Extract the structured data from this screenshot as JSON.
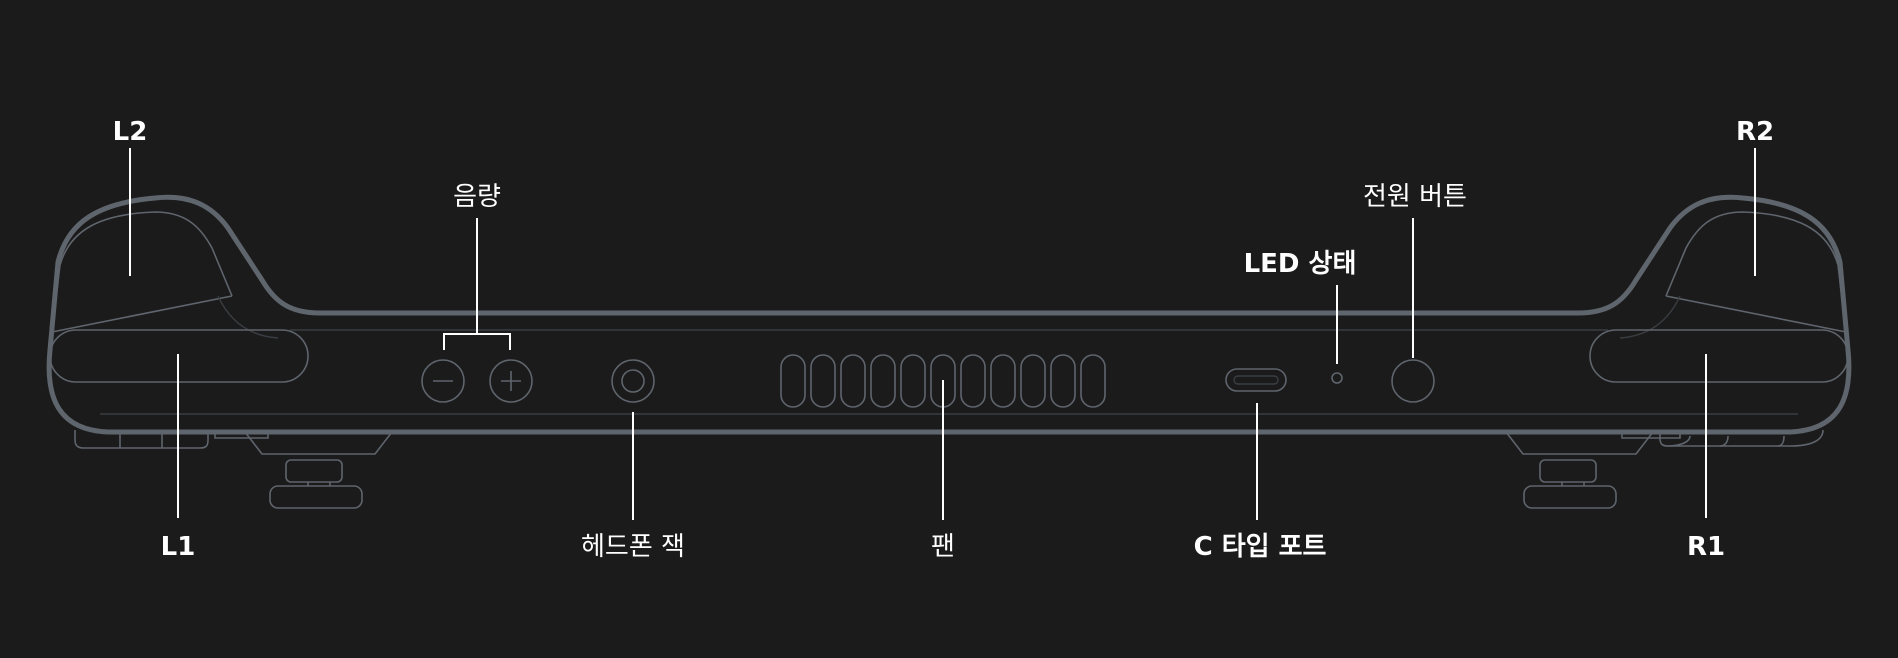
{
  "labels": {
    "l2": "L2",
    "r2": "R2",
    "volume": "음량",
    "power_button": "전원 버튼",
    "led_status": "LED 상태",
    "l1": "L1",
    "headphone_jack": "헤드폰 잭",
    "fan": "팬",
    "usb_c_port": "C 타입 포트",
    "r1": "R1"
  },
  "colors": {
    "background": "#1b1b1b",
    "device_outline": "#5f656d",
    "label_text": "#ffffff"
  }
}
